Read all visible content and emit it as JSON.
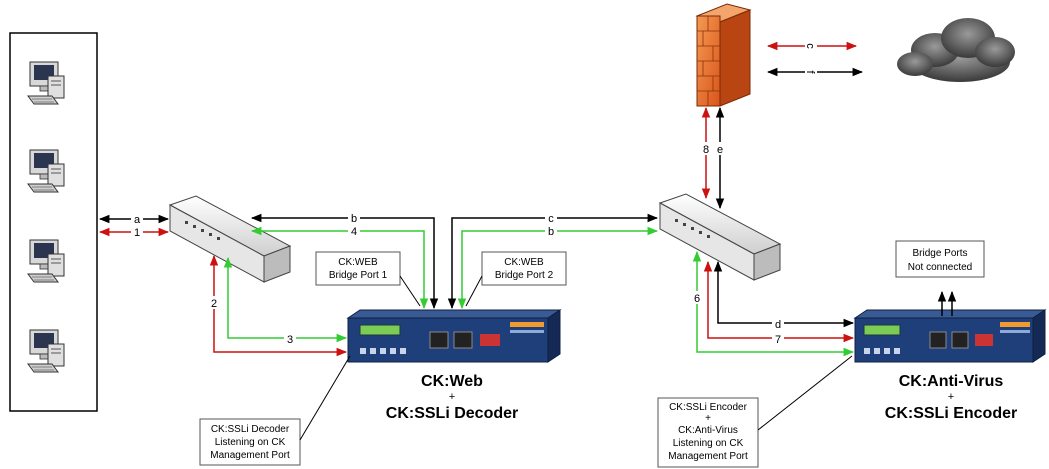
{
  "connection_labels": {
    "a": "a",
    "one": "1",
    "b_top": "b",
    "four": "4",
    "c": "c",
    "b_right": "b",
    "two": "2",
    "three": "3",
    "d": "d",
    "seven": "7",
    "six": "6",
    "eight": "8",
    "e": "e",
    "cloud_red": "c",
    "cloud_black": "f"
  },
  "callouts": {
    "bridge_port1": [
      "CK:WEB",
      "Bridge Port 1"
    ],
    "bridge_port2": [
      "CK:WEB",
      "Bridge Port 2"
    ],
    "bridge_not_connected": [
      "Bridge Ports",
      "Not connected"
    ],
    "sslidec_mgmt": [
      "CK:SSLi Decoder",
      "Listening on CK",
      "Management Port"
    ],
    "sslienc_mgmt": [
      "CK:SSLi Encoder",
      "+",
      "CK:Anti-Virus",
      "Listening on CK",
      "Management Port"
    ]
  },
  "devices": {
    "web": {
      "name": "CK:Web",
      "plus": "+",
      "second": "CK:SSLi Decoder"
    },
    "av": {
      "name": "CK:Anti-Virus",
      "plus": "+",
      "second": "CK:SSLi Encoder"
    }
  },
  "colors": {
    "red": "#cc1111",
    "green": "#33cc33",
    "black": "#000000",
    "firewall": "#f07a2a",
    "appliance": "#1f3f7a"
  }
}
